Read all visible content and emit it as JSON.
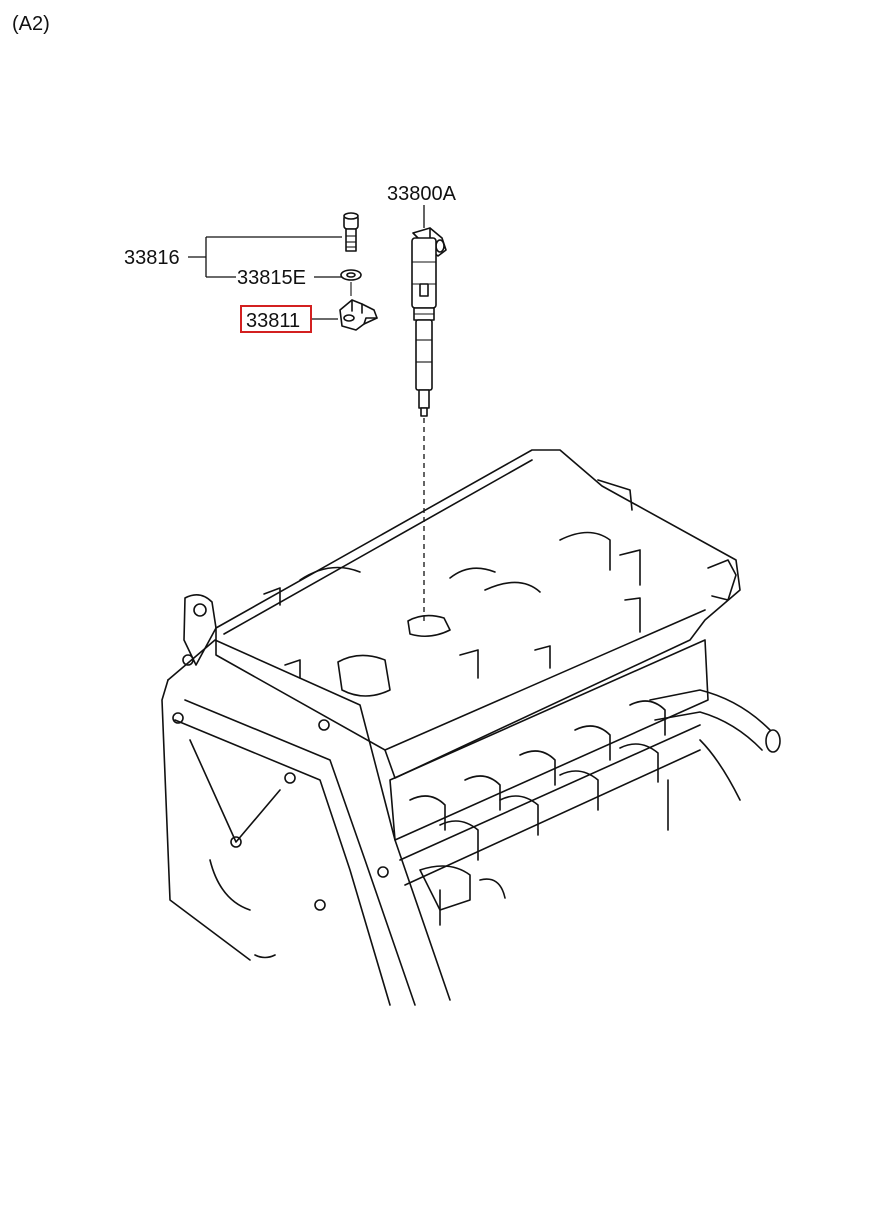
{
  "view_label": "(A2)",
  "parts": {
    "injector": "33800A",
    "bolt_assy": "33816",
    "washer": "33815E",
    "clamp": "33811"
  },
  "colors": {
    "line": "#111111",
    "highlight": "#d32020",
    "background": "#ffffff"
  }
}
